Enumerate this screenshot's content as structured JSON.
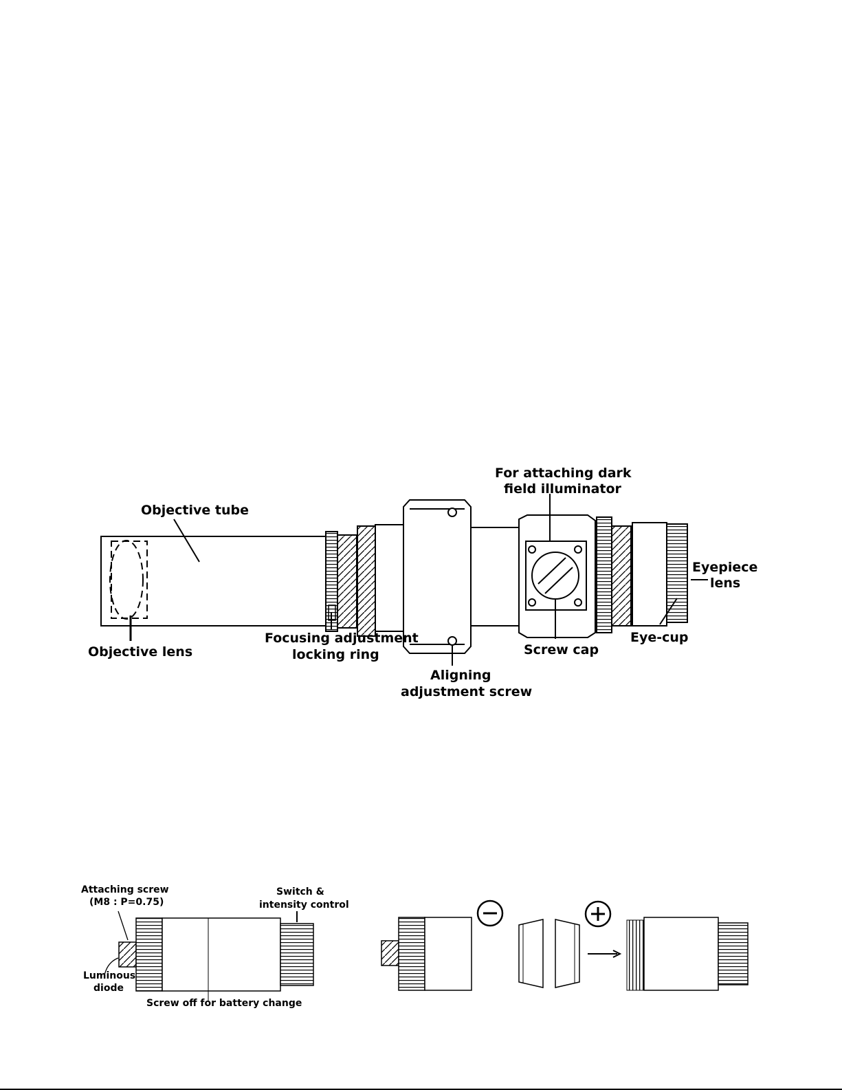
{
  "scope": {
    "labels": {
      "objective_tube": "Objective tube",
      "objective_lens": "Objective lens",
      "focusing_line1": "Focusing adjustment",
      "focusing_line2": "locking ring",
      "aligning_line1": "Aligning",
      "aligning_line2": "adjustment screw",
      "dark_field_line1": "For attaching dark",
      "dark_field_line2": "field illuminator",
      "screw_cap": "Screw cap",
      "eyepiece_line1": "Eyepiece",
      "eyepiece_line2": "lens",
      "eye_cup": "Eye-cup"
    }
  },
  "illuminator": {
    "labels": {
      "attaching_line1": "Attaching screw",
      "attaching_line2": "(M8 : P=0.75)",
      "switch_line1": "Switch &",
      "switch_line2": "intensity control",
      "luminous_line1": "Luminous",
      "luminous_line2": "diode",
      "screw_off": "Screw off for battery change"
    }
  },
  "battery": {
    "minus_symbol": "minus-sign",
    "plus_symbol": "plus-sign",
    "arrow": "right-arrow"
  },
  "colors": {
    "ink": "#000000",
    "paper": "#ffffff"
  }
}
